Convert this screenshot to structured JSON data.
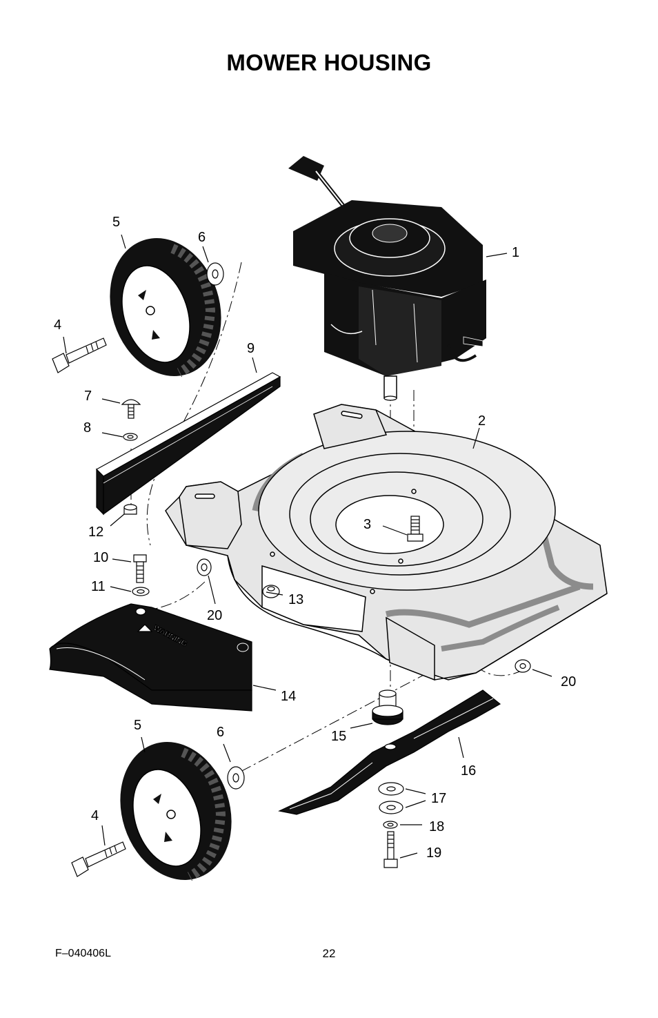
{
  "title": "MOWER HOUSING",
  "callouts": {
    "c1": "1",
    "c2": "2",
    "c3": "3",
    "c4a": "4",
    "c4b": "4",
    "c5a": "5",
    "c5b": "5",
    "c6a": "6",
    "c6b": "6",
    "c7": "7",
    "c8": "8",
    "c9": "9",
    "c10": "10",
    "c11": "11",
    "c12": "12",
    "c13": "13",
    "c14": "14",
    "c15": "15",
    "c16": "16",
    "c17": "17",
    "c18": "18",
    "c19": "19",
    "c20a": "20",
    "c20b": "20"
  },
  "warning_label": "WARNING",
  "footer": {
    "code": "F–040406L",
    "page": "22"
  },
  "colors": {
    "ink": "#000000",
    "deck": "#e6e6e6",
    "stripe": "#8c8c8c",
    "engine": "#111111"
  }
}
